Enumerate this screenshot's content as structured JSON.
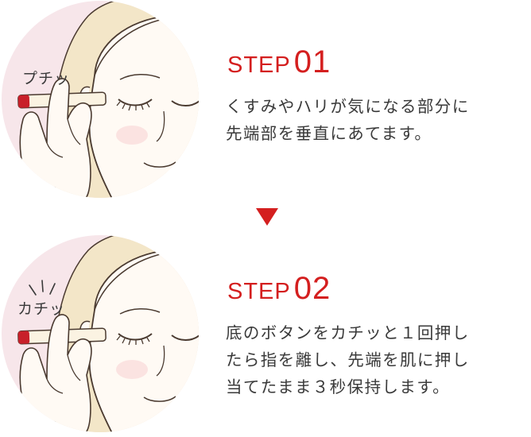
{
  "steps": [
    {
      "label": "STEP",
      "number": "01",
      "sound_effect": "プチッ",
      "lines": [
        "くすみやハリが気になる部分に",
        "先端部を垂直にあてます。"
      ]
    },
    {
      "label": "STEP",
      "number": "02",
      "sound_effect": "カチッ",
      "lines": [
        "底のボタンをカチッと１回押し",
        "たら指を離し、先端を肌に押し",
        "当てたまま３秒保持します。"
      ]
    }
  ],
  "colors": {
    "accent": "#d41f1f",
    "text": "#3a3a3a",
    "circle_background": "#f7e6ea",
    "hair": "#f3e6c8",
    "skin": "#fffaf4",
    "outline": "#4a3a30"
  }
}
